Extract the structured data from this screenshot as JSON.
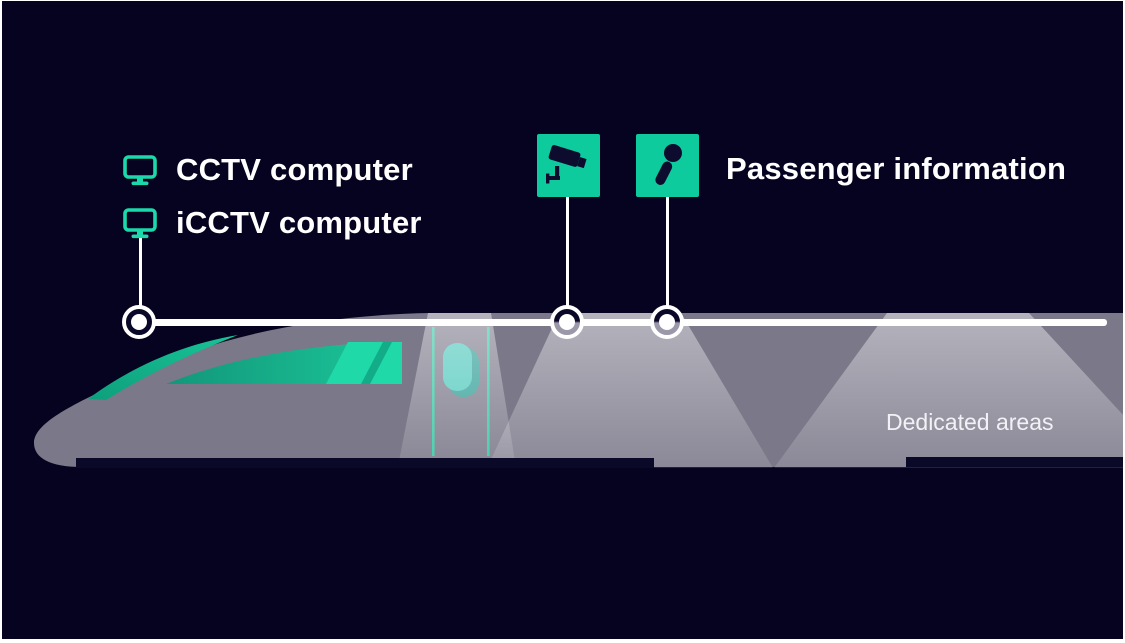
{
  "colors": {
    "background": "#05031f",
    "accent_teal": "#0ecb9e",
    "train_body_gray": "#7b7889",
    "icon_on_accent": "#0d0c2e",
    "line_white": "#ffffff",
    "windshield_teal": "#1ecb9e",
    "undercarriage_dark": "#0a0927"
  },
  "legend": {
    "items": [
      {
        "icon": "monitor-icon",
        "label": "CCTV computer"
      },
      {
        "icon": "monitor-icon",
        "label": "iCCTV computer"
      }
    ]
  },
  "sensors": {
    "camera_icon": "cctv-camera-icon",
    "microphone_icon": "microphone-icon",
    "label": "Passenger information"
  },
  "train": {
    "dedicated_areas_label": "Dedicated areas"
  }
}
